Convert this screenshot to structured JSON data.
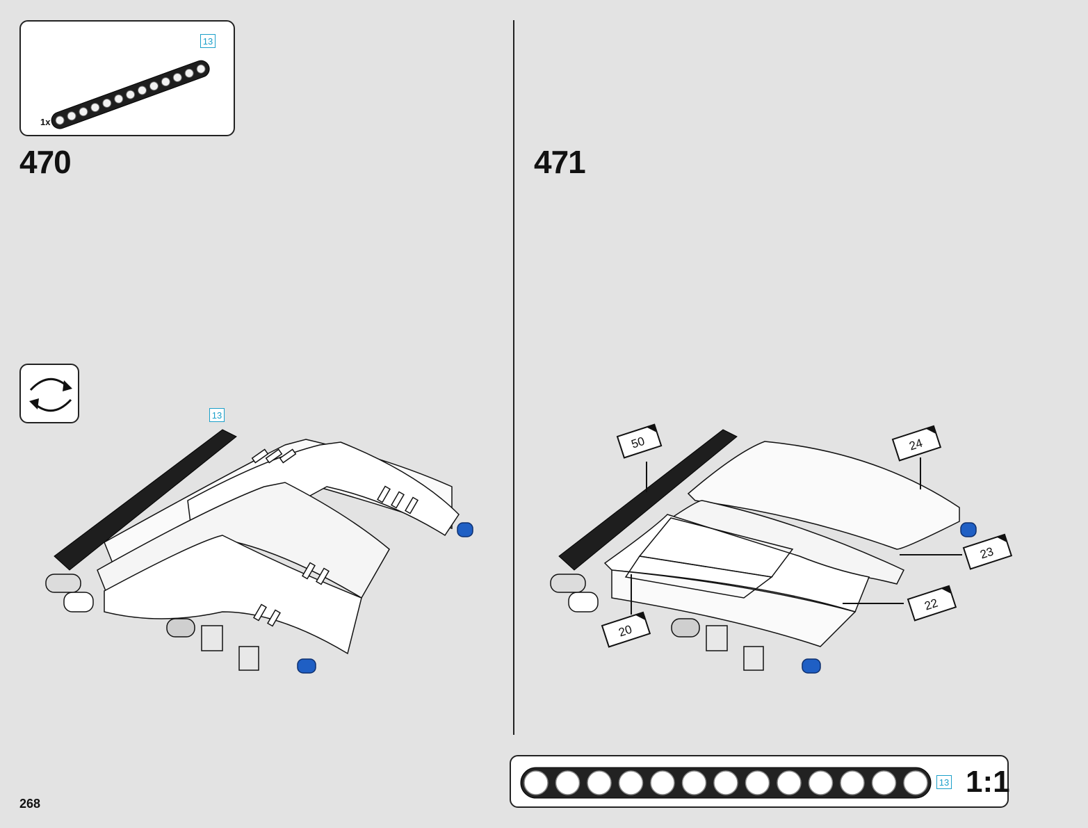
{
  "page_number": "268",
  "parts_callout": {
    "quantity": "1x",
    "length_tag": "13"
  },
  "steps": [
    {
      "number": "470",
      "length_tag": "13"
    },
    {
      "number": "471"
    }
  ],
  "stickers": [
    {
      "id": "50"
    },
    {
      "id": "24"
    },
    {
      "id": "23"
    },
    {
      "id": "22"
    },
    {
      "id": "20"
    }
  ],
  "scale_reference": {
    "length_tag": "13",
    "label": "1:1",
    "holes": 13
  },
  "colors": {
    "background": "#e3e3e3",
    "accent_tag": "#1a9fc9",
    "connector_blue": "#1f5fc4",
    "beam_black": "#222222"
  },
  "icons": [
    "rotate-model-icon"
  ]
}
